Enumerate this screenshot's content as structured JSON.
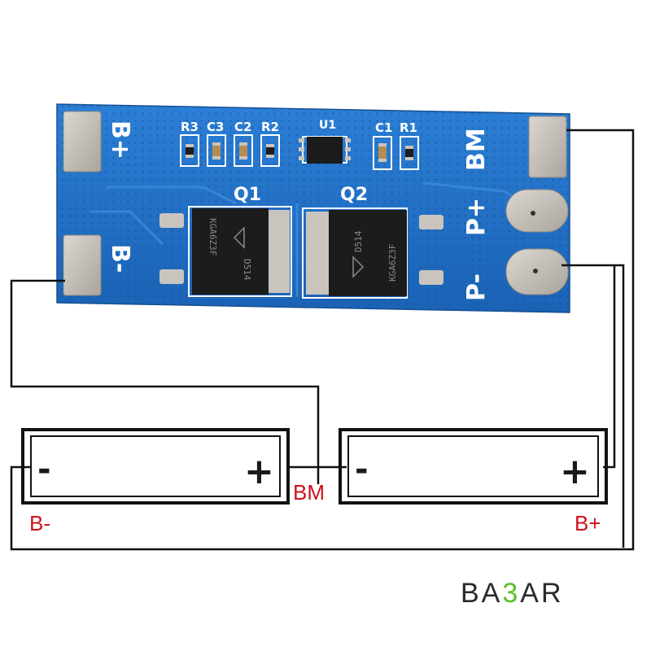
{
  "pcb": {
    "labels": {
      "b_plus": "B+",
      "b_minus": "B-",
      "bm": "BM",
      "p_plus": "P+",
      "p_minus": "P-",
      "q1": "Q1",
      "q2": "Q2",
      "u1": "U1",
      "r3": "R3",
      "c3": "C3",
      "c2": "C2",
      "r2": "R2",
      "c1": "C1",
      "r1": "R1"
    },
    "mosfet_marking": "KGA6Z3F",
    "mosfet_code": "D514",
    "colors": {
      "board": "#1f6fc4",
      "pad": "#c9c5be",
      "wire": "#111111"
    }
  },
  "batteries": {
    "cell_left": {
      "minus": "-",
      "plus": "+"
    },
    "cell_right": {
      "minus": "-",
      "plus": "+"
    }
  },
  "wiring_labels": {
    "b_minus": "B-",
    "bm": "BM",
    "b_plus": "B+",
    "color": "#d0101a"
  },
  "brand": {
    "logo_text": "BA3AR",
    "accent": "#5bbf2a"
  }
}
